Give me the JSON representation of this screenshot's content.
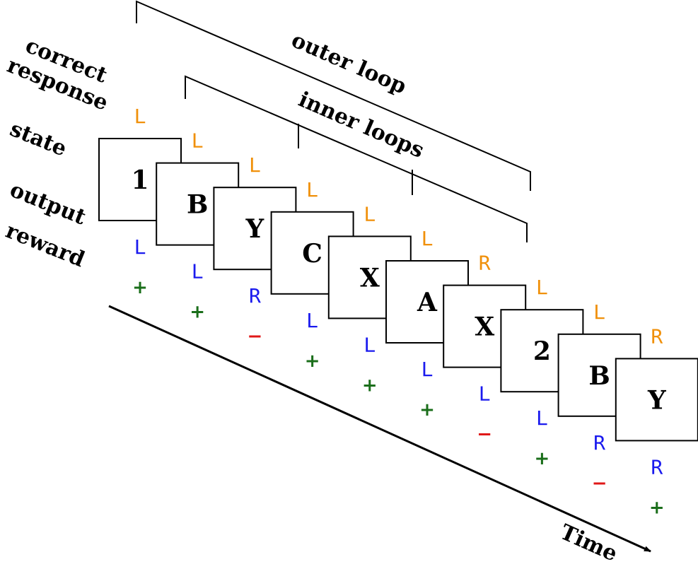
{
  "labels": {
    "outer_loop": "outer loop",
    "inner_loops": "inner loops",
    "correct_line1": "correct",
    "correct_line2": "response",
    "state": "state",
    "output": "output",
    "reward": "reward",
    "time": "Time"
  },
  "colors": {
    "correct": "#f0900a",
    "output": "#1a1aee",
    "reward_positive": "#1a6e1a",
    "reward_negative": "#e01818",
    "ink": "#000000"
  },
  "steps": [
    {
      "state": "1",
      "correct": "L",
      "output": "L",
      "reward": "+"
    },
    {
      "state": "B",
      "correct": "L",
      "output": "L",
      "reward": "+"
    },
    {
      "state": "Y",
      "correct": "L",
      "output": "R",
      "reward": "−"
    },
    {
      "state": "C",
      "correct": "L",
      "output": "L",
      "reward": "+"
    },
    {
      "state": "X",
      "correct": "L",
      "output": "L",
      "reward": "+"
    },
    {
      "state": "A",
      "correct": "L",
      "output": "L",
      "reward": "+"
    },
    {
      "state": "X",
      "correct": "R",
      "output": "L",
      "reward": "−"
    },
    {
      "state": "2",
      "correct": "L",
      "output": "L",
      "reward": "+"
    },
    {
      "state": "B",
      "correct": "L",
      "output": "R",
      "reward": "−"
    },
    {
      "state": "Y",
      "correct": "R",
      "output": "R",
      "reward": "+"
    }
  ]
}
